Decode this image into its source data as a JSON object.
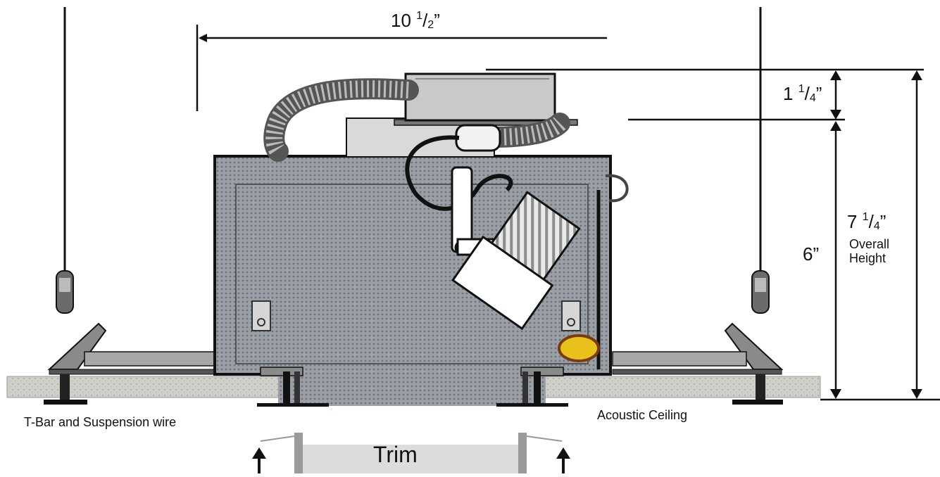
{
  "dimensions": {
    "width": {
      "whole": "10",
      "num": "1",
      "den": "2",
      "mark": "”"
    },
    "junction_box_height": {
      "whole": "1",
      "num": "1",
      "den": "4",
      "mark": "”"
    },
    "housing_height": {
      "text": "6”"
    },
    "overall_height": {
      "whole": "7",
      "num": "1",
      "den": "4",
      "mark": "”",
      "caption_line1": "Overall",
      "caption_line2": "Height"
    }
  },
  "labels": {
    "tbar": "T-Bar and Suspension wire",
    "ceiling": "Acoustic Ceiling",
    "trim": "Trim"
  },
  "colors": {
    "ink": "#111111",
    "housing": "#8a8f96",
    "ceiling": "#c9c9c4",
    "lamp_cap": "#e8c21a"
  }
}
